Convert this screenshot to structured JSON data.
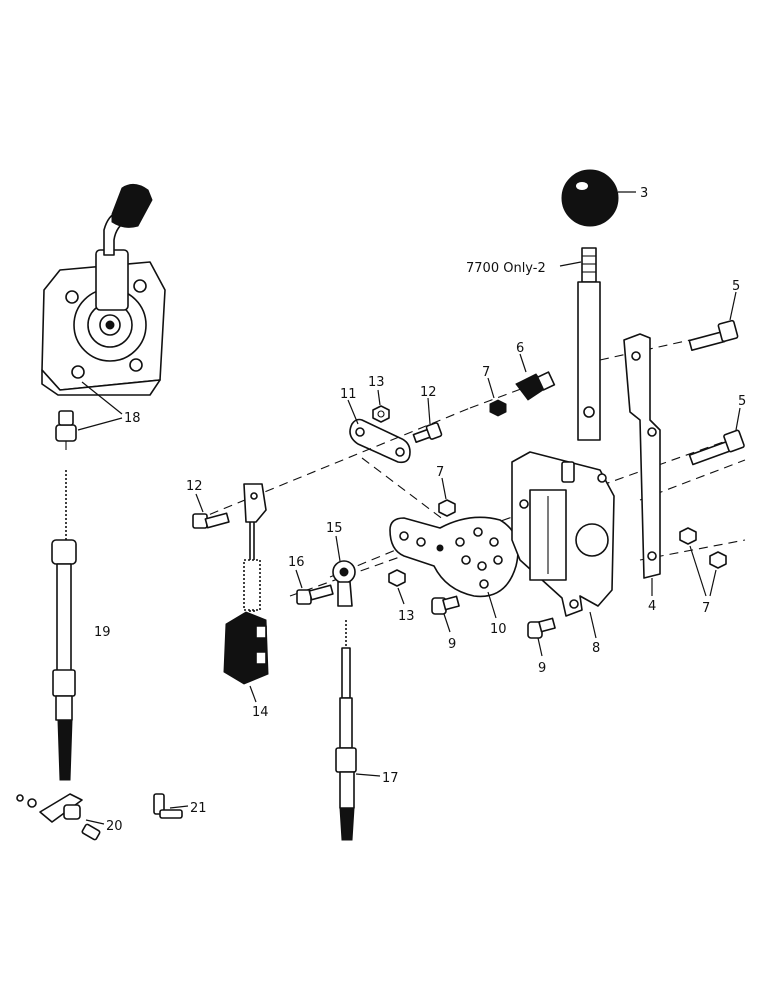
{
  "labels": {
    "p2": "7700 Only-2",
    "p3": "3",
    "p4": "4",
    "p5a": "5",
    "p5b": "5",
    "p6": "6",
    "p7a": "7",
    "p7b": "7",
    "p7c": "7",
    "p8": "8",
    "p9a": "9",
    "p9b": "9",
    "p10": "10",
    "p11": "11",
    "p12a": "12",
    "p12b": "12",
    "p13a": "13",
    "p13b": "13",
    "p14": "14",
    "p15": "15",
    "p16": "16",
    "p17": "17",
    "p18": "18",
    "p19": "19",
    "p20": "20",
    "p21": "21"
  }
}
